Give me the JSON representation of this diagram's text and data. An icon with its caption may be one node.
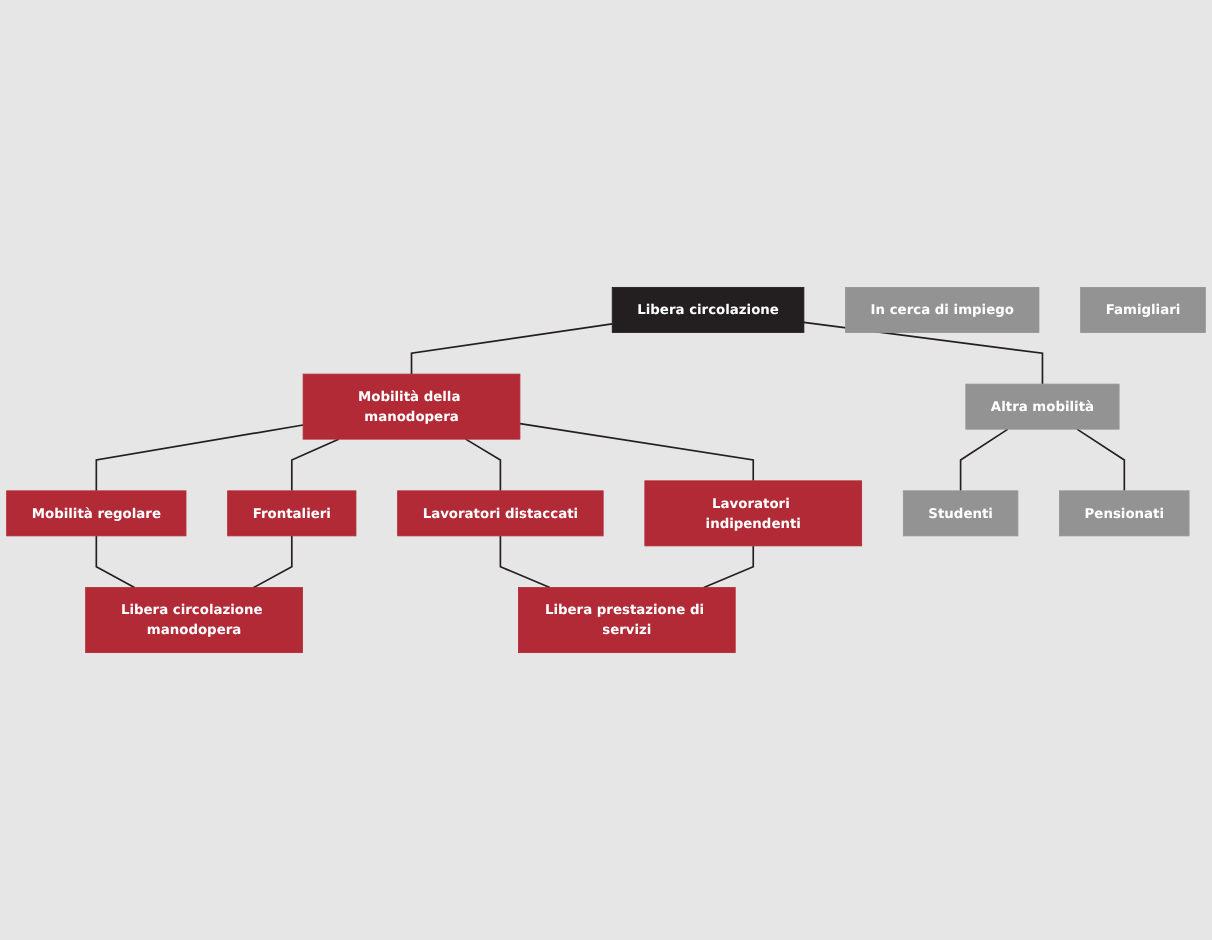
{
  "diagram": {
    "nodes": [
      {
        "text": [
          "Libera circolazione"
        ]
      },
      {
        "text": [
          "Mobilità della manodopera"
        ]
      },
      {
        "text": [
          "Altra mobilità"
        ]
      },
      {
        "text": [
          "Mobilità regolare"
        ]
      },
      {
        "text": [
          "Frontalieri"
        ]
      },
      {
        "text": [
          "Lavoratori distaccati"
        ]
      },
      {
        "text": [
          "Lavoratori indipendenti"
        ]
      },
      {
        "text": [
          "Libera circolazione manodopera"
        ]
      },
      {
        "text": [
          "Libera prestazione di servizi"
        ]
      },
      {
        "text": [
          "Studenti"
        ]
      },
      {
        "text": [
          "Pensionati"
        ]
      },
      {
        "text": [
          "In cerca di impiego"
        ]
      },
      {
        "text": [
          "Famigliari"
        ]
      }
    ],
    "edges": [
      {
        "from": 0,
        "to": 1,
        "arrow": "none"
      },
      {
        "from": 0,
        "to": 2,
        "arrow": "none"
      },
      {
        "from": 1,
        "to": 3,
        "arrow": "none"
      },
      {
        "from": 1,
        "to": 4,
        "arrow": "none"
      },
      {
        "from": 1,
        "to": 5,
        "arrow": "none"
      },
      {
        "from": 1,
        "to": 6,
        "arrow": "none"
      },
      {
        "from": 3,
        "to": 7,
        "arrow": "none"
      },
      {
        "from": 4,
        "to": 7,
        "arrow": "none"
      },
      {
        "from": 5,
        "to": 8,
        "arrow": "none"
      },
      {
        "from": 6,
        "to": 8,
        "arrow": "none"
      },
      {
        "from": 2,
        "to": 9,
        "arrow": "none"
      },
      {
        "from": 2,
        "to": 10,
        "arrow": "none"
      }
    ]
  }
}
